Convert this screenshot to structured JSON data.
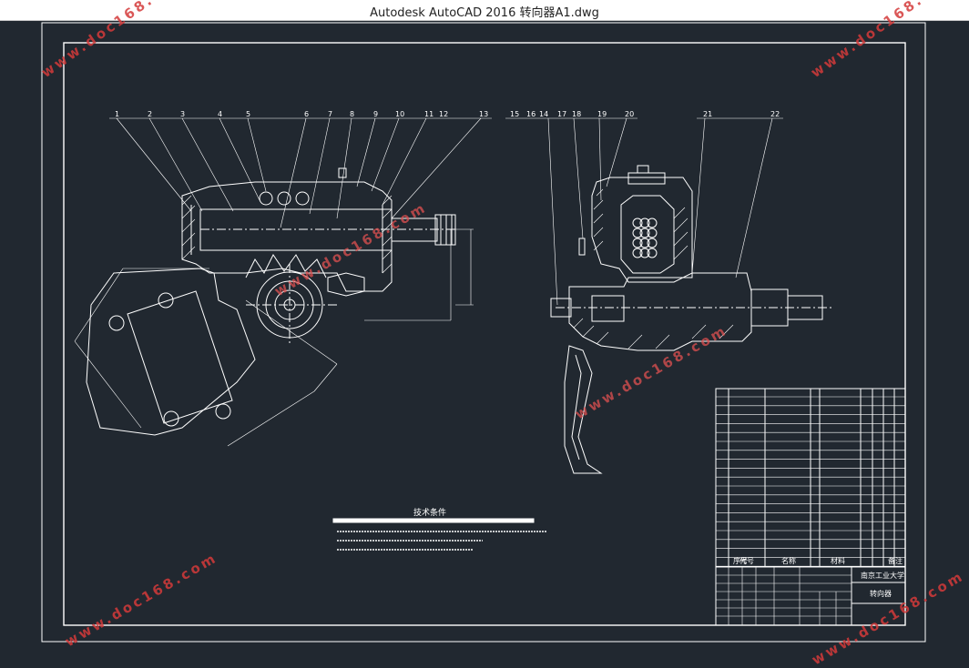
{
  "app": {
    "window_title": "Autodesk AutoCAD 2016     转向器A1.dwg"
  },
  "colors": {
    "background": "#212830",
    "lines": "#ffffff",
    "watermark": "#d43a3a"
  },
  "drawing": {
    "callouts": [
      "1",
      "2",
      "3",
      "4",
      "5",
      "6",
      "7",
      "8",
      "9",
      "10",
      "11",
      "12",
      "13",
      "14",
      "15",
      "16",
      "17",
      "18",
      "19",
      "20",
      "21",
      "22"
    ],
    "notes_title": "技术条件",
    "table_headers": {
      "seq": "序号",
      "code": "代号",
      "name": "名称",
      "material": "材料",
      "remark": "备注"
    },
    "school": "南京工业大学",
    "part_name": "转向器"
  },
  "watermarks": {
    "site": "www.doc168.com"
  }
}
